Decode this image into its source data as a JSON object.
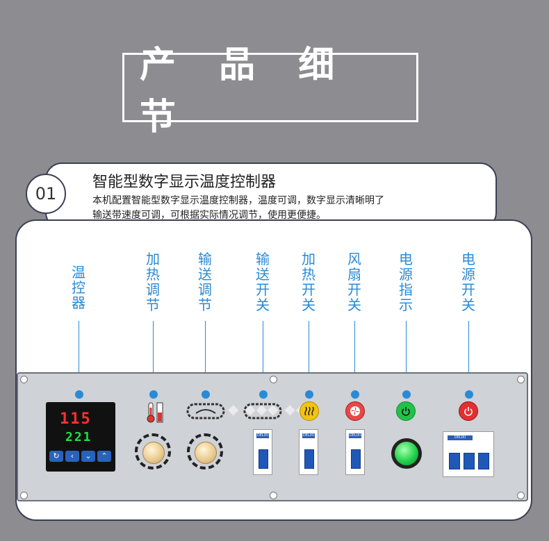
{
  "header": {
    "title": "产 品 细 节"
  },
  "section": {
    "number": "01",
    "title": "智能型数字显示温度控制器",
    "desc_line1": "本机配置智能型数字显示温度控制器，温度可调，数字显示清晰明了",
    "desc_line2": "输送带速度可调，可根据实际情况调节，使用更便捷。"
  },
  "labels": {
    "temp_controller": "温控器",
    "heat_adjust": "加热调节",
    "conveyor_adjust": "输送调节",
    "conveyor_switch": "输送开关",
    "heat_switch": "加热开关",
    "fan_switch": "风扇开关",
    "power_indicator": "电源指示",
    "power_switch": "电源开关"
  },
  "controller": {
    "pv": "115",
    "sv": "221"
  },
  "breaker": {
    "brand": "DELIXI"
  },
  "colors": {
    "accent": "#2a8ad4",
    "panel": "#cfd2d6",
    "power_green": "#21c24a",
    "power_red": "#e23030"
  }
}
